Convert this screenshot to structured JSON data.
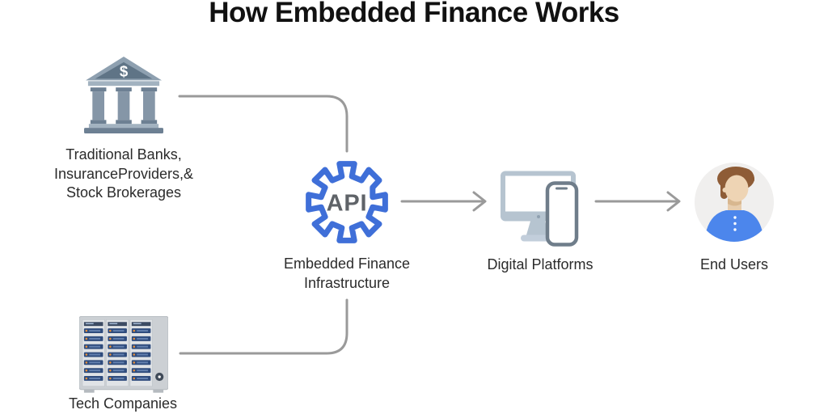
{
  "title": "How Embedded Finance Works",
  "nodes": {
    "banks": {
      "label_lines": [
        "Traditional Banks,",
        "InsuranceProviders,&",
        "Stock Brokerages"
      ],
      "icon": "bank-icon",
      "icon_glyph": "$"
    },
    "tech": {
      "label": "Tech Companies",
      "icon": "server-rack-icon"
    },
    "api": {
      "icon_text": "API",
      "label_lines": [
        "Embedded Finance",
        "Infrastructure"
      ],
      "icon": "gear-icon"
    },
    "digital": {
      "label": "Digital Platforms",
      "icon": "monitor-phone-icon"
    },
    "users": {
      "label": "End Users",
      "icon": "person-avatar-icon"
    }
  },
  "connections": [
    {
      "from": "banks",
      "to": "api",
      "arrow": false
    },
    {
      "from": "tech",
      "to": "api",
      "arrow": false
    },
    {
      "from": "api",
      "to": "digital",
      "arrow": true
    },
    {
      "from": "digital",
      "to": "users",
      "arrow": true
    }
  ],
  "colors": {
    "title_text": "#111111",
    "label_text": "#2b2b2b",
    "connector_gray": "#9a9a9a",
    "gear_blue": "#3f6fd8",
    "api_text": "#5f6368",
    "bank_slate": "#8596a7",
    "bank_slate_dark": "#5f7486",
    "bank_slate_light": "#a2b2c0",
    "server_navy": "#2f4c7d",
    "server_gray": "#ccd0d4",
    "monitor_frame": "#b6c4d0",
    "phone_frame": "#6f7d8a",
    "avatar_bg": "#f0efee",
    "shirt_blue": "#4c86ec",
    "skin": "#eed4b4",
    "hair_brown": "#8e5c36"
  }
}
